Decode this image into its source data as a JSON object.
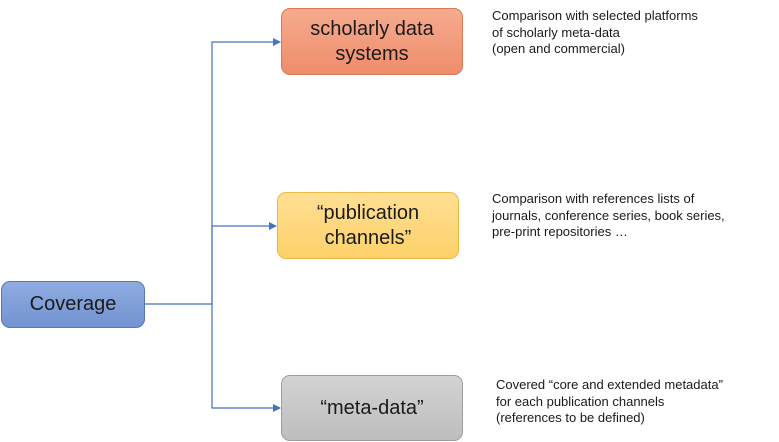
{
  "root": {
    "label": "Coverage"
  },
  "branches": [
    {
      "lines": [
        "scholarly data",
        "systems"
      ],
      "note": [
        "Comparison with selected platforms",
        "of scholarly meta-data",
        "(open and commercial)"
      ]
    },
    {
      "lines": [
        "“publication",
        "channels”"
      ],
      "note": [
        "Comparison with references lists of",
        "journals, conference series, book series,",
        "pre-print repositories …"
      ]
    },
    {
      "lines": [
        "“meta-data”"
      ],
      "note": [
        "Covered “core and extended metadata”",
        "for each publication channels",
        "(references to be defined)"
      ]
    }
  ],
  "colors": {
    "connector": "#4472c4",
    "root_fill": "#7f9fd8",
    "a_fill": "#f39b7b",
    "b_fill": "#fed97c",
    "c_fill": "#c8c8c8"
  }
}
